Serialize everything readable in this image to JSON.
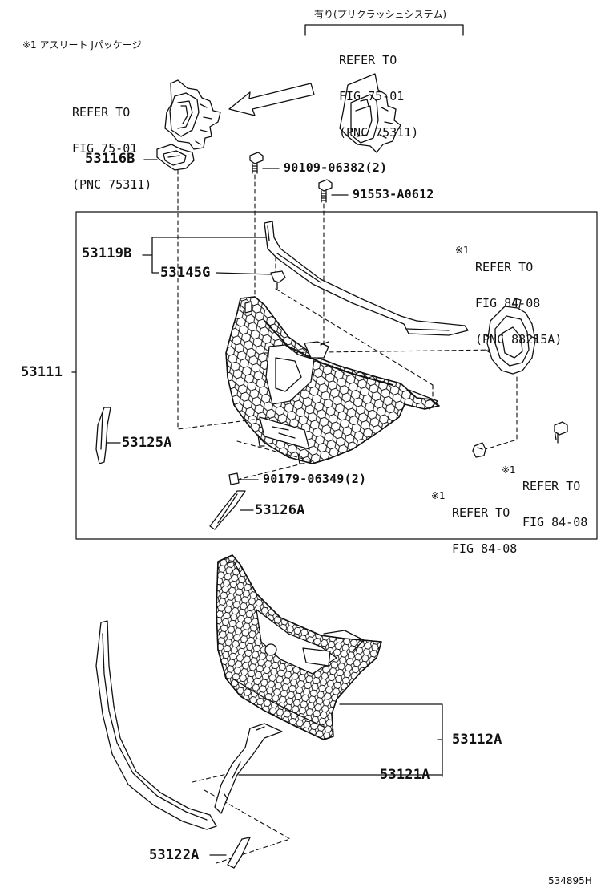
{
  "note_top": "※1 アスリート Jパッケージ",
  "bracket_label": "有り(プリクラッシュシステム)",
  "refer_1": [
    "REFER TO",
    "FIG 75-01",
    "(PNC 75311)"
  ],
  "refer_2": [
    "REFER TO",
    "FIG 75-01",
    "(PNC 75311)"
  ],
  "refer_3_mark": "※1",
  "refer_3": [
    "REFER TO",
    "FIG 84-08",
    "(PNC 88215A)"
  ],
  "refer_4_mark": "※1",
  "refer_4": [
    "REFER TO",
    "FIG 84-08"
  ],
  "refer_5_mark": "※1",
  "refer_5": [
    "REFER TO",
    "FIG 84-08"
  ],
  "parts": {
    "p53116B": "53116B",
    "p90109": "90109-06382(2)",
    "p91553": "91553-A0612",
    "p53119B": "53119B",
    "p53145G": "53145G",
    "p53111": "53111",
    "p53125A": "53125A",
    "p90179": "90179-06349(2)",
    "p53126A": "53126A",
    "p53112A": "53112A",
    "p53121A": "53121A",
    "p53122A": "53122A"
  },
  "figure_id": "534895H",
  "colors": {
    "line": "#111111",
    "background": "#ffffff"
  }
}
